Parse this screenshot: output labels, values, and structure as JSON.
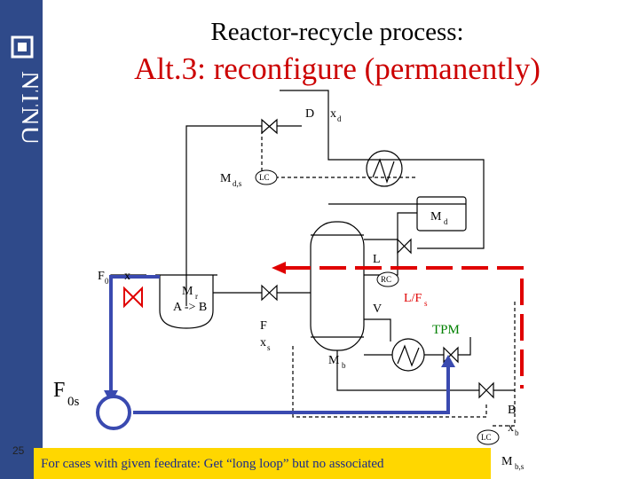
{
  "slide": {
    "number": "25",
    "title": "Reactor-recycle process:",
    "subtitle": "Alt.3: reconfigure (permanently)",
    "caption": "For cases with given feedrate: Get “long loop” but no associated",
    "logo_text": "NTNU"
  },
  "diagram": {
    "labels": {
      "D": "D",
      "xd": "x",
      "xd_sub": "d",
      "Mds": "M",
      "Mds_sub": "d,s",
      "LC_top": "LC",
      "Md": "M",
      "Md_sub": "d",
      "L": "L",
      "F0": "F",
      "F0_sub": "0",
      "x_feed": "x",
      "Mr": "M",
      "Mr_sub": "r",
      "reaction": "A -> B",
      "RC": "RC",
      "ratio": "L/F",
      "ratio_sub": "s",
      "V": "V",
      "F": "F",
      "xs": "x",
      "xs_sub": "s",
      "TPM": "TPM",
      "Mb": "M",
      "Mb_sub": "b",
      "F0s": "F",
      "F0s_sub": "0s",
      "B": "B",
      "xb": "x",
      "xb_sub": "b",
      "LC_bottom": "LC",
      "Mbs": "M",
      "Mbs_sub": "b,s"
    },
    "colors": {
      "tpm_signal": "#e00000",
      "flow_control": "#3a4ab0",
      "tpm_label": "#008000",
      "valve_highlight": "#e00000"
    }
  }
}
